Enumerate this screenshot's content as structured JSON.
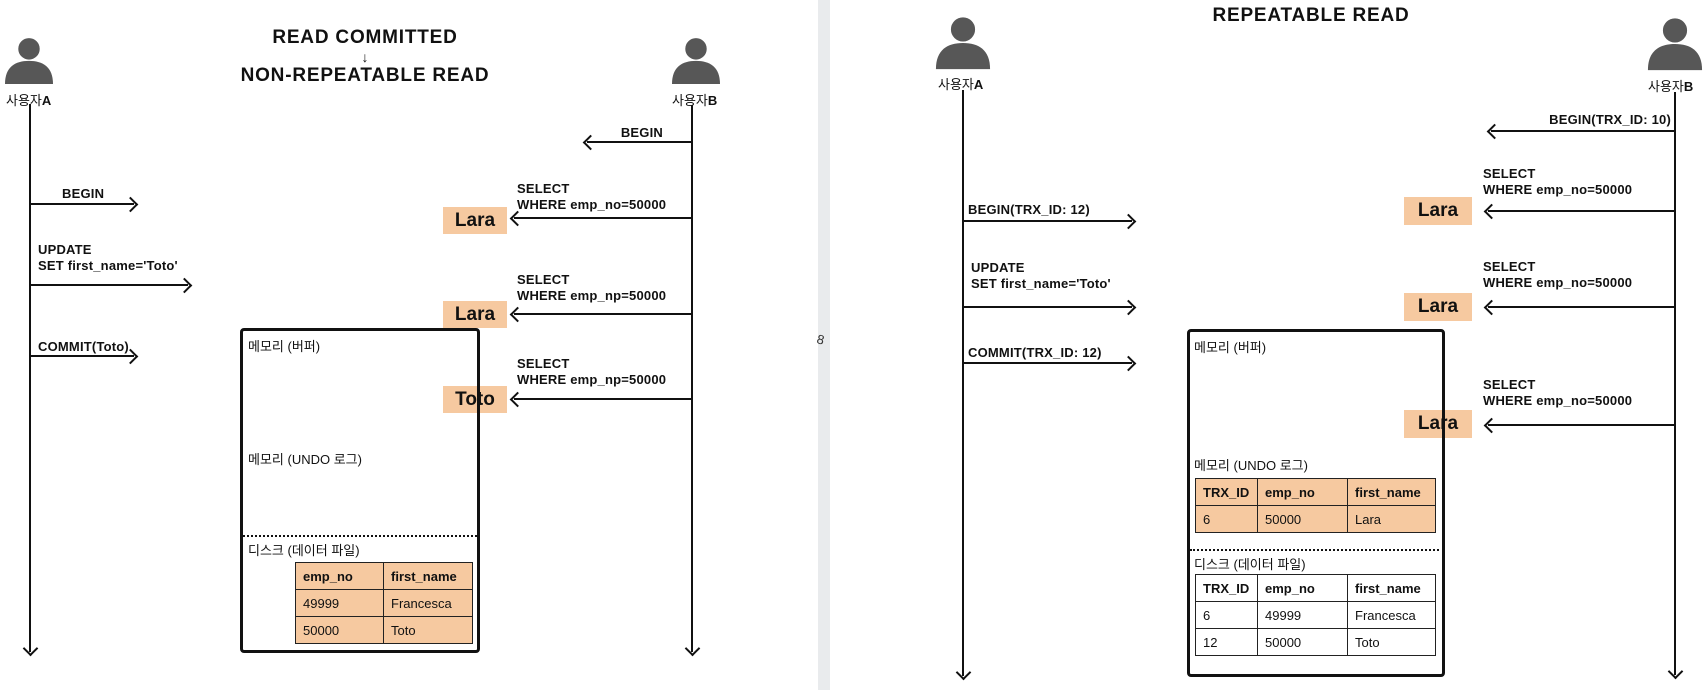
{
  "colors": {
    "highlight_orange": "#F6C9A0",
    "avatar_gray": "#575757",
    "divider_gray": "#E9EBED",
    "line_black": "#111111"
  },
  "divider_glyph": "8",
  "left_panel": {
    "title": {
      "line1": "READ COMMITTED",
      "arrow": "↓",
      "line2": "NON-REPEATABLE READ"
    },
    "user_a": {
      "prefix": "사용자",
      "suffix": "A"
    },
    "user_b": {
      "prefix": "사용자",
      "suffix": "B"
    },
    "a_messages": [
      {
        "line1": "BEGIN"
      },
      {
        "line1": "UPDATE",
        "line2": "SET first_name='Toto'"
      },
      {
        "line1": "COMMIT(Toto)"
      }
    ],
    "b_messages": [
      {
        "line1": "BEGIN"
      },
      {
        "line1": "SELECT",
        "line2": "WHERE emp_no=50000",
        "result": "Lara"
      },
      {
        "line1": "SELECT",
        "line2": "WHERE emp_np=50000",
        "result": "Lara"
      },
      {
        "line1": "SELECT",
        "line2": "WHERE emp_np=50000",
        "result": "Toto"
      }
    ],
    "storage": {
      "buffer_label": "메모리 (버퍼)",
      "undo_label": "메모리 (UNDO 로그)",
      "disk_label": "디스크 (데이터 파일)",
      "disk_table": {
        "headers": [
          "emp_no",
          "first_name"
        ],
        "rows": [
          [
            "49999",
            "Francesca"
          ],
          [
            "50000",
            "Toto"
          ]
        ]
      }
    }
  },
  "right_panel": {
    "title": "REPEATABLE READ",
    "user_a": {
      "prefix": "사용자",
      "suffix": "A"
    },
    "user_b": {
      "prefix": "사용자",
      "suffix": "B"
    },
    "a_messages": [
      {
        "line1": "BEGIN(TRX_ID: 12)"
      },
      {
        "line1": "UPDATE",
        "line2": "SET first_name='Toto'"
      },
      {
        "line1": "COMMIT(TRX_ID: 12)"
      }
    ],
    "b_messages": [
      {
        "line1": "BEGIN(TRX_ID: 10)"
      },
      {
        "line1": "SELECT",
        "line2": "WHERE emp_no=50000",
        "result": "Lara"
      },
      {
        "line1": "SELECT",
        "line2": "WHERE emp_no=50000",
        "result": "Lara"
      },
      {
        "line1": "SELECT",
        "line2": "WHERE emp_no=50000",
        "result": "Lara"
      }
    ],
    "storage": {
      "buffer_label": "메모리 (버퍼)",
      "undo_label": "메모리 (UNDO 로그)",
      "disk_label": "디스크 (데이터 파일)",
      "undo_table": {
        "headers": [
          "TRX_ID",
          "emp_no",
          "first_name"
        ],
        "rows": [
          [
            "6",
            "50000",
            "Lara"
          ]
        ]
      },
      "disk_table": {
        "headers": [
          "TRX_ID",
          "emp_no",
          "first_name"
        ],
        "rows": [
          [
            "6",
            "49999",
            "Francesca"
          ],
          [
            "12",
            "50000",
            "Toto"
          ]
        ]
      }
    }
  }
}
